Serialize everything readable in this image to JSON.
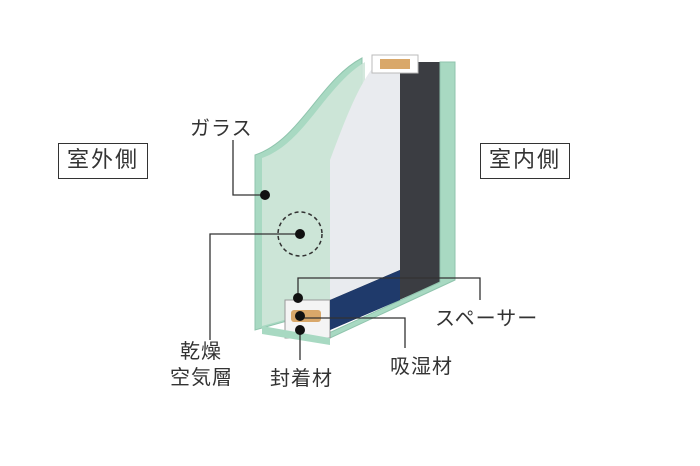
{
  "labels": {
    "outdoor": "室外側",
    "indoor": "室内側",
    "glass": "ガラス",
    "spacer": "スペーサー",
    "desiccant": "吸湿材",
    "sealant": "封着材",
    "dry_air_line1": "乾燥",
    "dry_air_line2": "空気層"
  },
  "colors": {
    "glass_face": "#cfe5d9",
    "glass_edge": "#a8d9c2",
    "air_gap": "#e9ebef",
    "frame_dark": "#3b3d42",
    "spacer_blue": "#1f3a6b",
    "desiccant_tan": "#d9a86a",
    "leader": "#333333"
  }
}
